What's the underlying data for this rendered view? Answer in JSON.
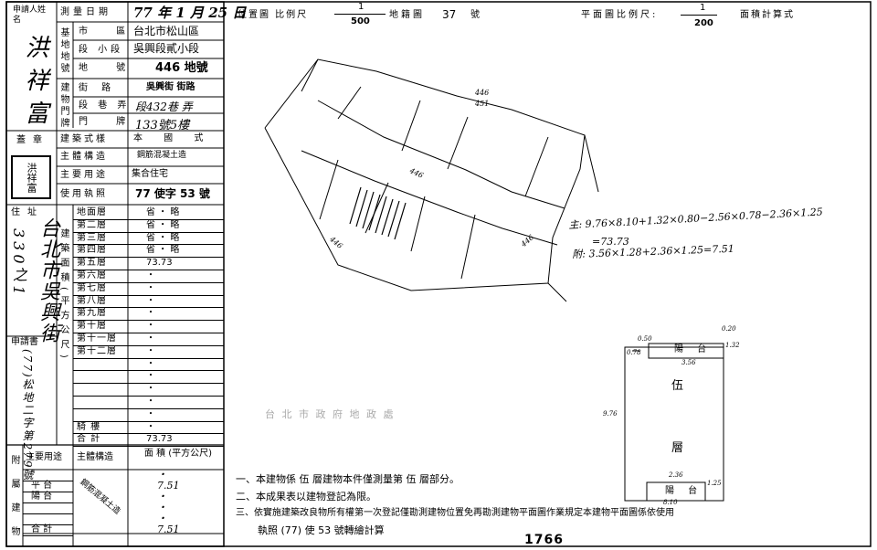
{
  "form": {
    "applicant_label": "申請人姓名",
    "applicant_name": "洪祥富",
    "seal_label": "蓋章",
    "seal_text": "洪祥富",
    "address_label": "住址",
    "address_value": "台北市吳興街",
    "address_number": "330之1",
    "request_label": "申請書",
    "request_value": "(77)松地二字第279號",
    "survey_date_label": "測量日期",
    "survey_date_value": "77 年 1 月 25 日",
    "location_group_label": "基地地號",
    "city_label": "市 區",
    "city_value": "台北市松山區",
    "section_label": "段 小段",
    "section_value": "吳興段貳小段",
    "lot_label": "地 號",
    "lot_value": "446 地號",
    "door_group_label": "建物門牌",
    "street_label": "街 路",
    "street_value": "吳興街 街路",
    "lane_label": "段 巷 弄",
    "lane_value": "段432巷 弄",
    "number_label": "門 牌",
    "number_value": "133號5樓",
    "style_label": "建築式樣",
    "style_value": "本 國 式",
    "structure_label": "主體構造",
    "structure_value": "鋼筋混凝土造",
    "usage_label": "主要用途",
    "usage_value": "集合住宅",
    "permit_label": "使用執照",
    "permit_value": "77 使字 53 號",
    "area_group_label": "建築面積(平方公尺)",
    "floors": [
      {
        "name": "地面層",
        "value": "省 ・ 略"
      },
      {
        "name": "第二層",
        "value": "省 ・ 略"
      },
      {
        "name": "第三層",
        "value": "省 ・ 略"
      },
      {
        "name": "第四層",
        "value": "省 ・ 略"
      },
      {
        "name": "第五層",
        "value": "73.73"
      },
      {
        "name": "第六層",
        "value": "・"
      },
      {
        "name": "第七層",
        "value": "・"
      },
      {
        "name": "第八層",
        "value": "・"
      },
      {
        "name": "第九層",
        "value": "・"
      },
      {
        "name": "第十層",
        "value": "・"
      },
      {
        "name": "第十一層",
        "value": "・"
      },
      {
        "name": "第十二層",
        "value": "・"
      },
      {
        "name": "",
        "value": "・"
      },
      {
        "name": "",
        "value": "・"
      },
      {
        "name": "",
        "value": "・"
      },
      {
        "name": "",
        "value": "・"
      },
      {
        "name": "",
        "value": "・"
      },
      {
        "name": "騎 樓",
        "value": "・"
      },
      {
        "name": "合 計",
        "value": "73.73"
      }
    ],
    "attached_label": "附屬建物",
    "attached_usage_header": "主要用途",
    "attached_structure_header": "主體構造",
    "attached_area_header": "面 積 (平方公尺)",
    "attached_structure_value": "鋼筋混凝土造",
    "attached_rows": [
      {
        "name": "",
        "value": "・"
      },
      {
        "name": "平 台",
        "value": "7.51"
      },
      {
        "name": "陽 台",
        "value": "・"
      },
      {
        "name": "",
        "value": "・"
      },
      {
        "name": "",
        "value": "・"
      },
      {
        "name": "合 計",
        "value": "7.51"
      }
    ]
  },
  "site_plan": {
    "label": "位置圖 比例尺",
    "scale_num": "1",
    "scale_den": "500",
    "sheet_label": "地籍圖",
    "sheet_no": "37",
    "sheet_suffix": "號",
    "lot_main": "446",
    "lot_a": "451",
    "lot_b": "446",
    "lot_c": "446",
    "lot_d": "446"
  },
  "floor_plan": {
    "label": "平面圖比例尺:",
    "scale_num": "1",
    "scale_den": "200",
    "area_calc_label": "面積計算式",
    "main_calc_1": "主: 9.76×8.10+1.32×0.80−2.56×0.78−2.36×1.25",
    "main_calc_2": "=73.73",
    "attached_calc": "附: 3.56×1.28+2.36×1.25=7.51",
    "balcony_label": "陽 台",
    "balcony_label_2": "陽 台",
    "floor_char_1": "伍",
    "floor_char_2": "層",
    "dim_top_left": "0.50",
    "dim_top_right": "0.20",
    "dim_left_small": "0.78",
    "dim_right_small": "1.32",
    "dim_balcony_width": "3.56",
    "dim_height": "9.76",
    "dim_bottom_balcony": "2.36",
    "dim_bottom_right": "1.25",
    "dim_bottom": "8.10"
  },
  "stamp_text": "台 北 市 政 府 地 政 處",
  "notes": [
    "一、本建物係 伍 層建物本件僅測量第 伍 層部分。",
    "二、本成果表以建物登記為限。",
    "三、依實施建築改良物所有權第一次登記僅勘測建物位置免再勘測建物平面圖作業規定本建物平面圖係依使用",
    "執照 (77) 使 53 號轉繪計算"
  ],
  "page_number": "1766"
}
